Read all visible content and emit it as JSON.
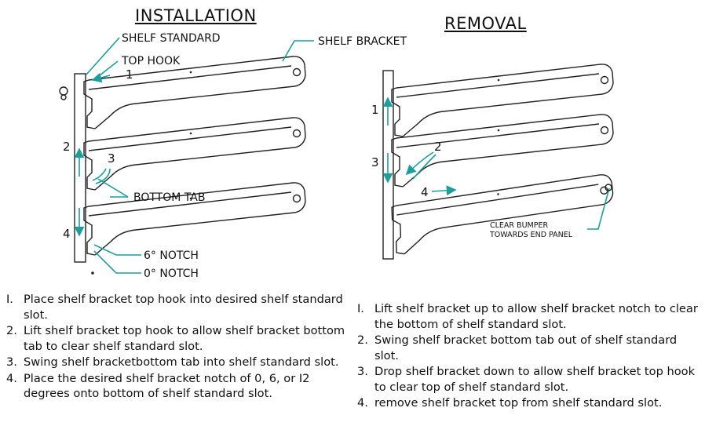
{
  "installation": {
    "title": "INSTALLATION",
    "labels": {
      "shelf_standard": "SHELF STANDARD",
      "top_hook": "TOP HOOK",
      "shelf_bracket": "SHELF BRACKET",
      "bottom_tab": "BOTTOM TAB",
      "notch_6": "6° NOTCH",
      "notch_0": "0° NOTCH"
    },
    "step_markers": [
      "1",
      "2",
      "3",
      "4"
    ],
    "steps": [
      {
        "n": "I.",
        "text": "Place shelf bracket top hook into desired shelf standard slot."
      },
      {
        "n": "2.",
        "text": "Lift shelf bracket top hook to allow shelf  bracket bottom tab to clear shelf standard slot."
      },
      {
        "n": "3.",
        "text": "Swing shelf bracketbottom tab into shelf standard slot."
      },
      {
        "n": "4.",
        "text": "Place the desired shelf bracket notch of 0, 6, or I2 degrees onto bottom of shelf standard slot."
      }
    ]
  },
  "removal": {
    "title": "REMOVAL",
    "labels": {
      "clear_bumper_1": "CLEAR BUMPER",
      "clear_bumper_2": "TOWARDS END PANEL"
    },
    "step_markers": [
      "1",
      "2",
      "3",
      "4"
    ],
    "steps": [
      {
        "n": "I.",
        "text": "Lift shelf bracket up to allow shelf bracket notch to clear the bottom of shelf standard slot."
      },
      {
        "n": "2.",
        "text": "Swing shelf bracket bottom tab out of shelf standard slot."
      },
      {
        "n": "3.",
        "text": "Drop shelf bracket down to allow shelf bracket top hook to clear top of shelf standard slot."
      },
      {
        "n": "4.",
        "text": "remove shelf bracket top from shelf standard slot."
      }
    ]
  },
  "colors": {
    "leader": "#1a9e9e",
    "ink": "#111111"
  }
}
